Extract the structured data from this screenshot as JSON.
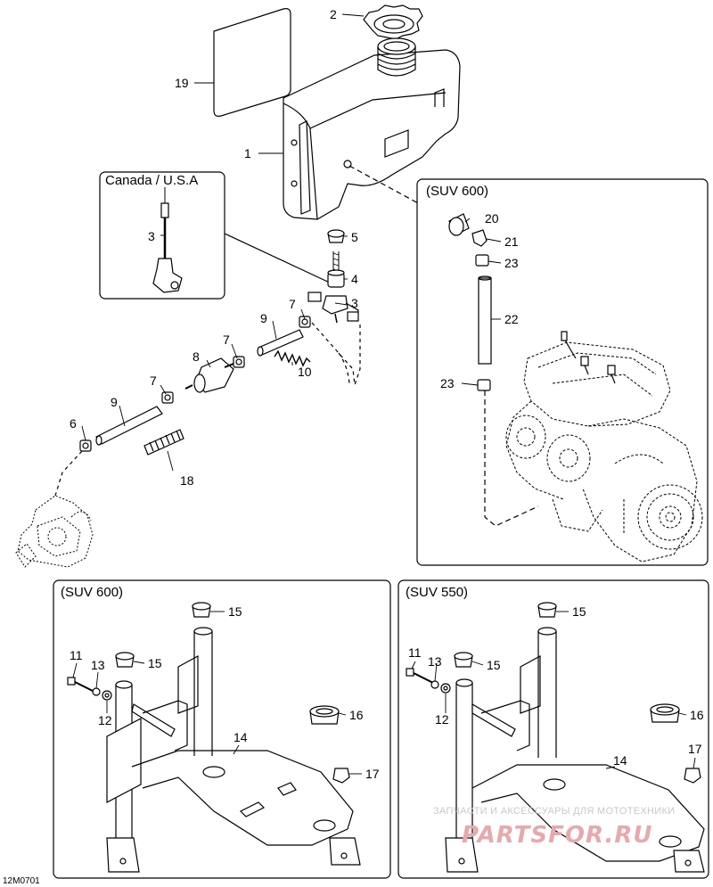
{
  "diagram": {
    "code": "12M0701",
    "boxes": {
      "canada": "Canada / U.S.A",
      "engine_suv600": "(SUV 600)",
      "stand_suv600": "(SUV 600)",
      "stand_suv550": "(SUV 550)"
    },
    "callouts": {
      "c1": "1",
      "c2": "2",
      "c3a": "3",
      "c3b": "3",
      "c4": "4",
      "c5": "5",
      "c6": "6",
      "c7a": "7",
      "c7b": "7",
      "c7c": "7",
      "c8": "8",
      "c9a": "9",
      "c9b": "9",
      "c10": "10",
      "c18": "18",
      "c19": "19",
      "c20": "20",
      "c21": "21",
      "c22": "22",
      "c23a": "23",
      "c23b": "23",
      "l11": "11",
      "l12": "12",
      "l13": "13",
      "l14": "14",
      "l15a": "15",
      "l15b": "15",
      "l16": "16",
      "l17": "17",
      "r11": "11",
      "r12": "12",
      "r13": "13",
      "r14": "14",
      "r15a": "15",
      "r15b": "15",
      "r16": "16",
      "r17": "17"
    },
    "watermark": {
      "line1": "ЗАПЧАСТИ И АКСЕССУАРЫ ДЛЯ МОТОТЕХНИКИ",
      "line2": "PARTSFOR.RU"
    }
  }
}
